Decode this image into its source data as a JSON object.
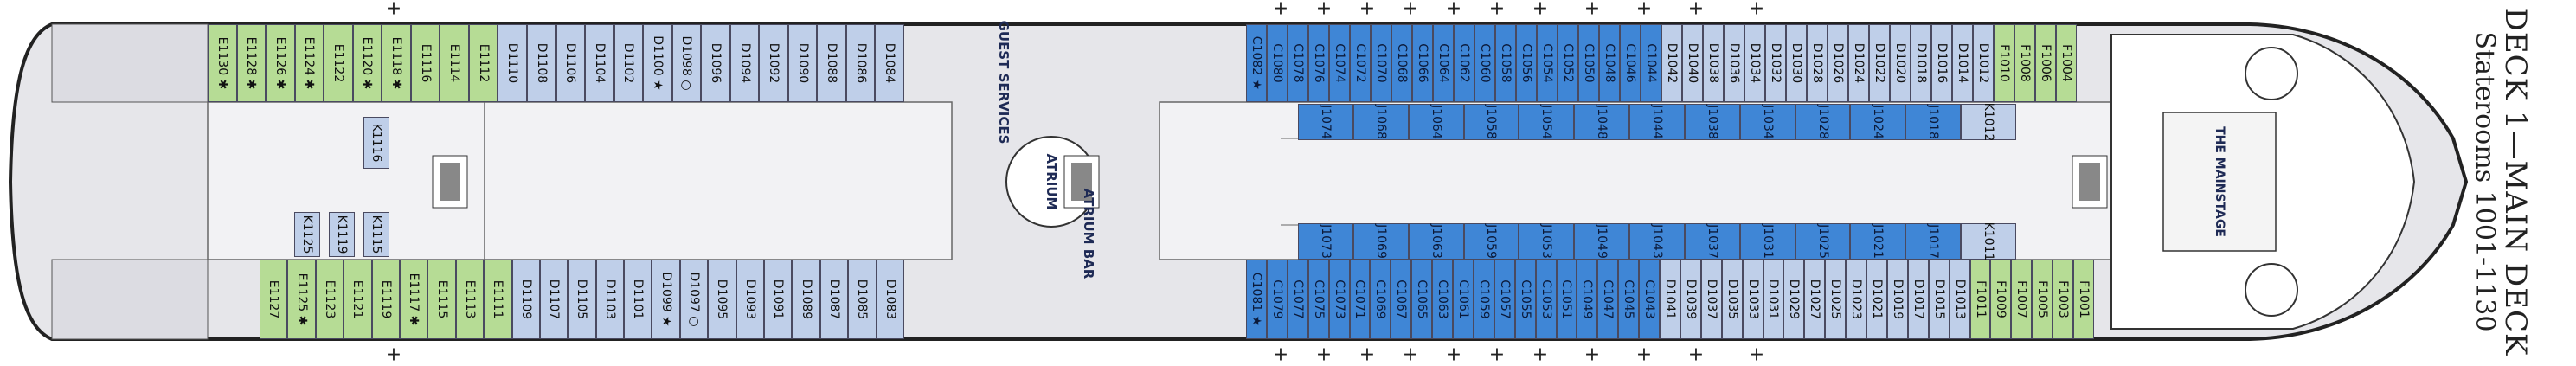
{
  "title": {
    "line1": "DECK 1—MAIN DECK",
    "line2": "Staterooms 1001-1130"
  },
  "labels": {
    "guest_services": "GUEST SERVICES",
    "atrium": "ATRIUM",
    "atrium_bar": "ATRIUM BAR",
    "mainstage": "THE MAINSTAGE"
  },
  "colors": {
    "hull": "#e6e6ea",
    "outline": "#222222",
    "E": "#b6dc95",
    "D": "#bfcfe9",
    "C": "#3f86d6",
    "F": "#b6dc95",
    "J": "#3f86d6",
    "K": "#bfcfe9",
    "Dlight": "#cfe0f2"
  },
  "rooms": {
    "top_aft": [
      "E1130 ✱",
      "E1128 ✱",
      "E1126 ✱",
      "E1124 ✱",
      "E1122",
      "E1120 ✱",
      "E1118 ✱",
      "E1116",
      "E1114",
      "E1112",
      "D1110",
      "D1108",
      "D1106",
      "D1104",
      "D1102",
      "D1100 ★",
      "D1098 ○",
      "D1096",
      "D1094",
      "D1092",
      "D1090",
      "D1088",
      "D1086",
      "D1084"
    ],
    "bottom_aft": [
      "E1127",
      "E1125 ✱",
      "E1123",
      "E1121",
      "E1119",
      "E1117 ✱",
      "E1115",
      "E1113",
      "E1111",
      "D1109",
      "D1107",
      "D1105",
      "D1103",
      "D1101",
      "D1099 ★",
      "D1097 ○",
      "D1095",
      "D1093",
      "D1091",
      "D1089",
      "D1087",
      "D1085",
      "D1083"
    ],
    "top_fwd": [
      "C1082 ★",
      "C1080",
      "C1078",
      "C1076",
      "C1074",
      "C1072",
      "C1070",
      "C1068",
      "C1066",
      "C1064",
      "C1062",
      "C1060",
      "C1058",
      "C1056",
      "C1054",
      "C1052",
      "C1050",
      "C1048",
      "C1046",
      "C1044",
      "D1042",
      "D1040",
      "D1038",
      "D1036",
      "D1034",
      "D1032",
      "D1030",
      "D1028",
      "D1026",
      "D1024",
      "D1022",
      "D1020",
      "D1018",
      "D1016",
      "D1014",
      "D1012",
      "F1010",
      "F1008",
      "F1006",
      "F1004"
    ],
    "bottom_fwd": [
      "C1081 ★",
      "C1079",
      "C1077",
      "C1075",
      "C1073",
      "C1071",
      "C1069",
      "C1067",
      "C1065",
      "C1063",
      "C1061",
      "C1059",
      "C1057",
      "C1055",
      "C1053",
      "C1051",
      "C1049",
      "C1047",
      "C1045",
      "C1043",
      "D1041",
      "D1039",
      "D1037",
      "D1035",
      "D1033",
      "D1031",
      "D1029",
      "D1027",
      "D1025",
      "D1023",
      "D1021",
      "D1019",
      "D1017",
      "D1015",
      "D1013",
      "F1011",
      "F1009",
      "F1007",
      "F1005",
      "F1003",
      "F1001"
    ],
    "inner_top": [
      "J1074",
      "J1068",
      "J1064",
      "J1058",
      "J1054",
      "J1048",
      "J1044",
      "J1038",
      "J1034",
      "J1028",
      "J1024",
      "J1018",
      "K1012"
    ],
    "inner_bottom": [
      "J1073",
      "J1069",
      "J1063",
      "J1059",
      "J1053",
      "J1049",
      "J1043",
      "J1037",
      "J1031",
      "J1025",
      "J1021",
      "J1017",
      "K1011"
    ],
    "mid_aft": [
      "K1116",
      "K1125",
      "K1119",
      "K1115"
    ]
  }
}
